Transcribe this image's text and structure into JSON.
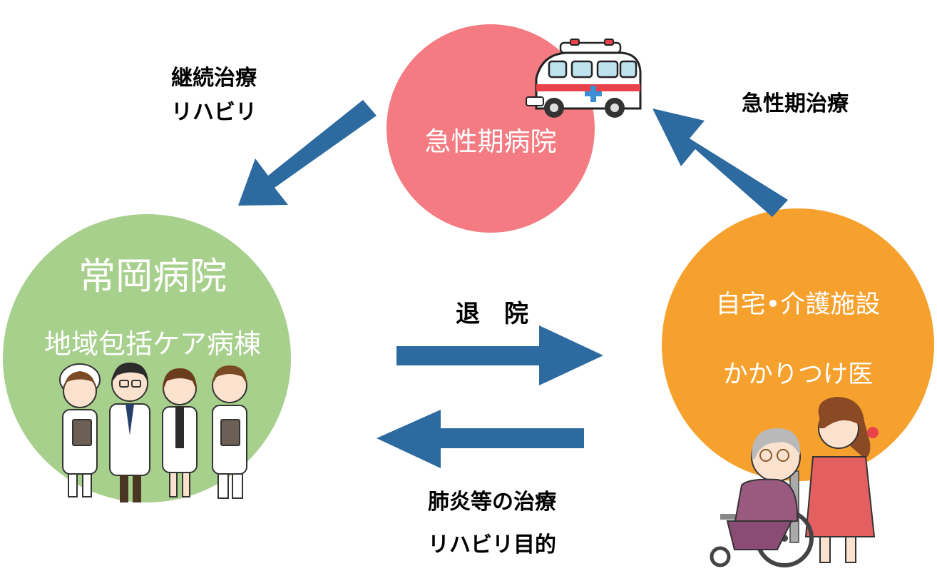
{
  "nodes": {
    "acute_hospital": {
      "label": "急性期病院",
      "color": "#f47b82"
    },
    "tsuneoka_hospital": {
      "title": "常岡病院",
      "subtitle": "地域包括ケア病棟",
      "color": "#a8d08d"
    },
    "home_care": {
      "line1": "自宅•介護施設",
      "line2": "かかりつけ医",
      "color": "#f6a12e"
    }
  },
  "edges": {
    "acute_to_tsuneoka": {
      "line1": "継続治療",
      "line2": "リハビリ"
    },
    "home_to_acute": {
      "line1": "急性期治療"
    },
    "tsuneoka_to_home": {
      "line1": "退　院"
    },
    "home_to_tsuneoka": {
      "line1": "肺炎等の治療",
      "line2": "リハビリ目的"
    }
  },
  "arrow_color": "#2c6aa0",
  "icons": [
    "ambulance-icon",
    "medical-staff-icon",
    "caregiver-wheelchair-icon"
  ]
}
